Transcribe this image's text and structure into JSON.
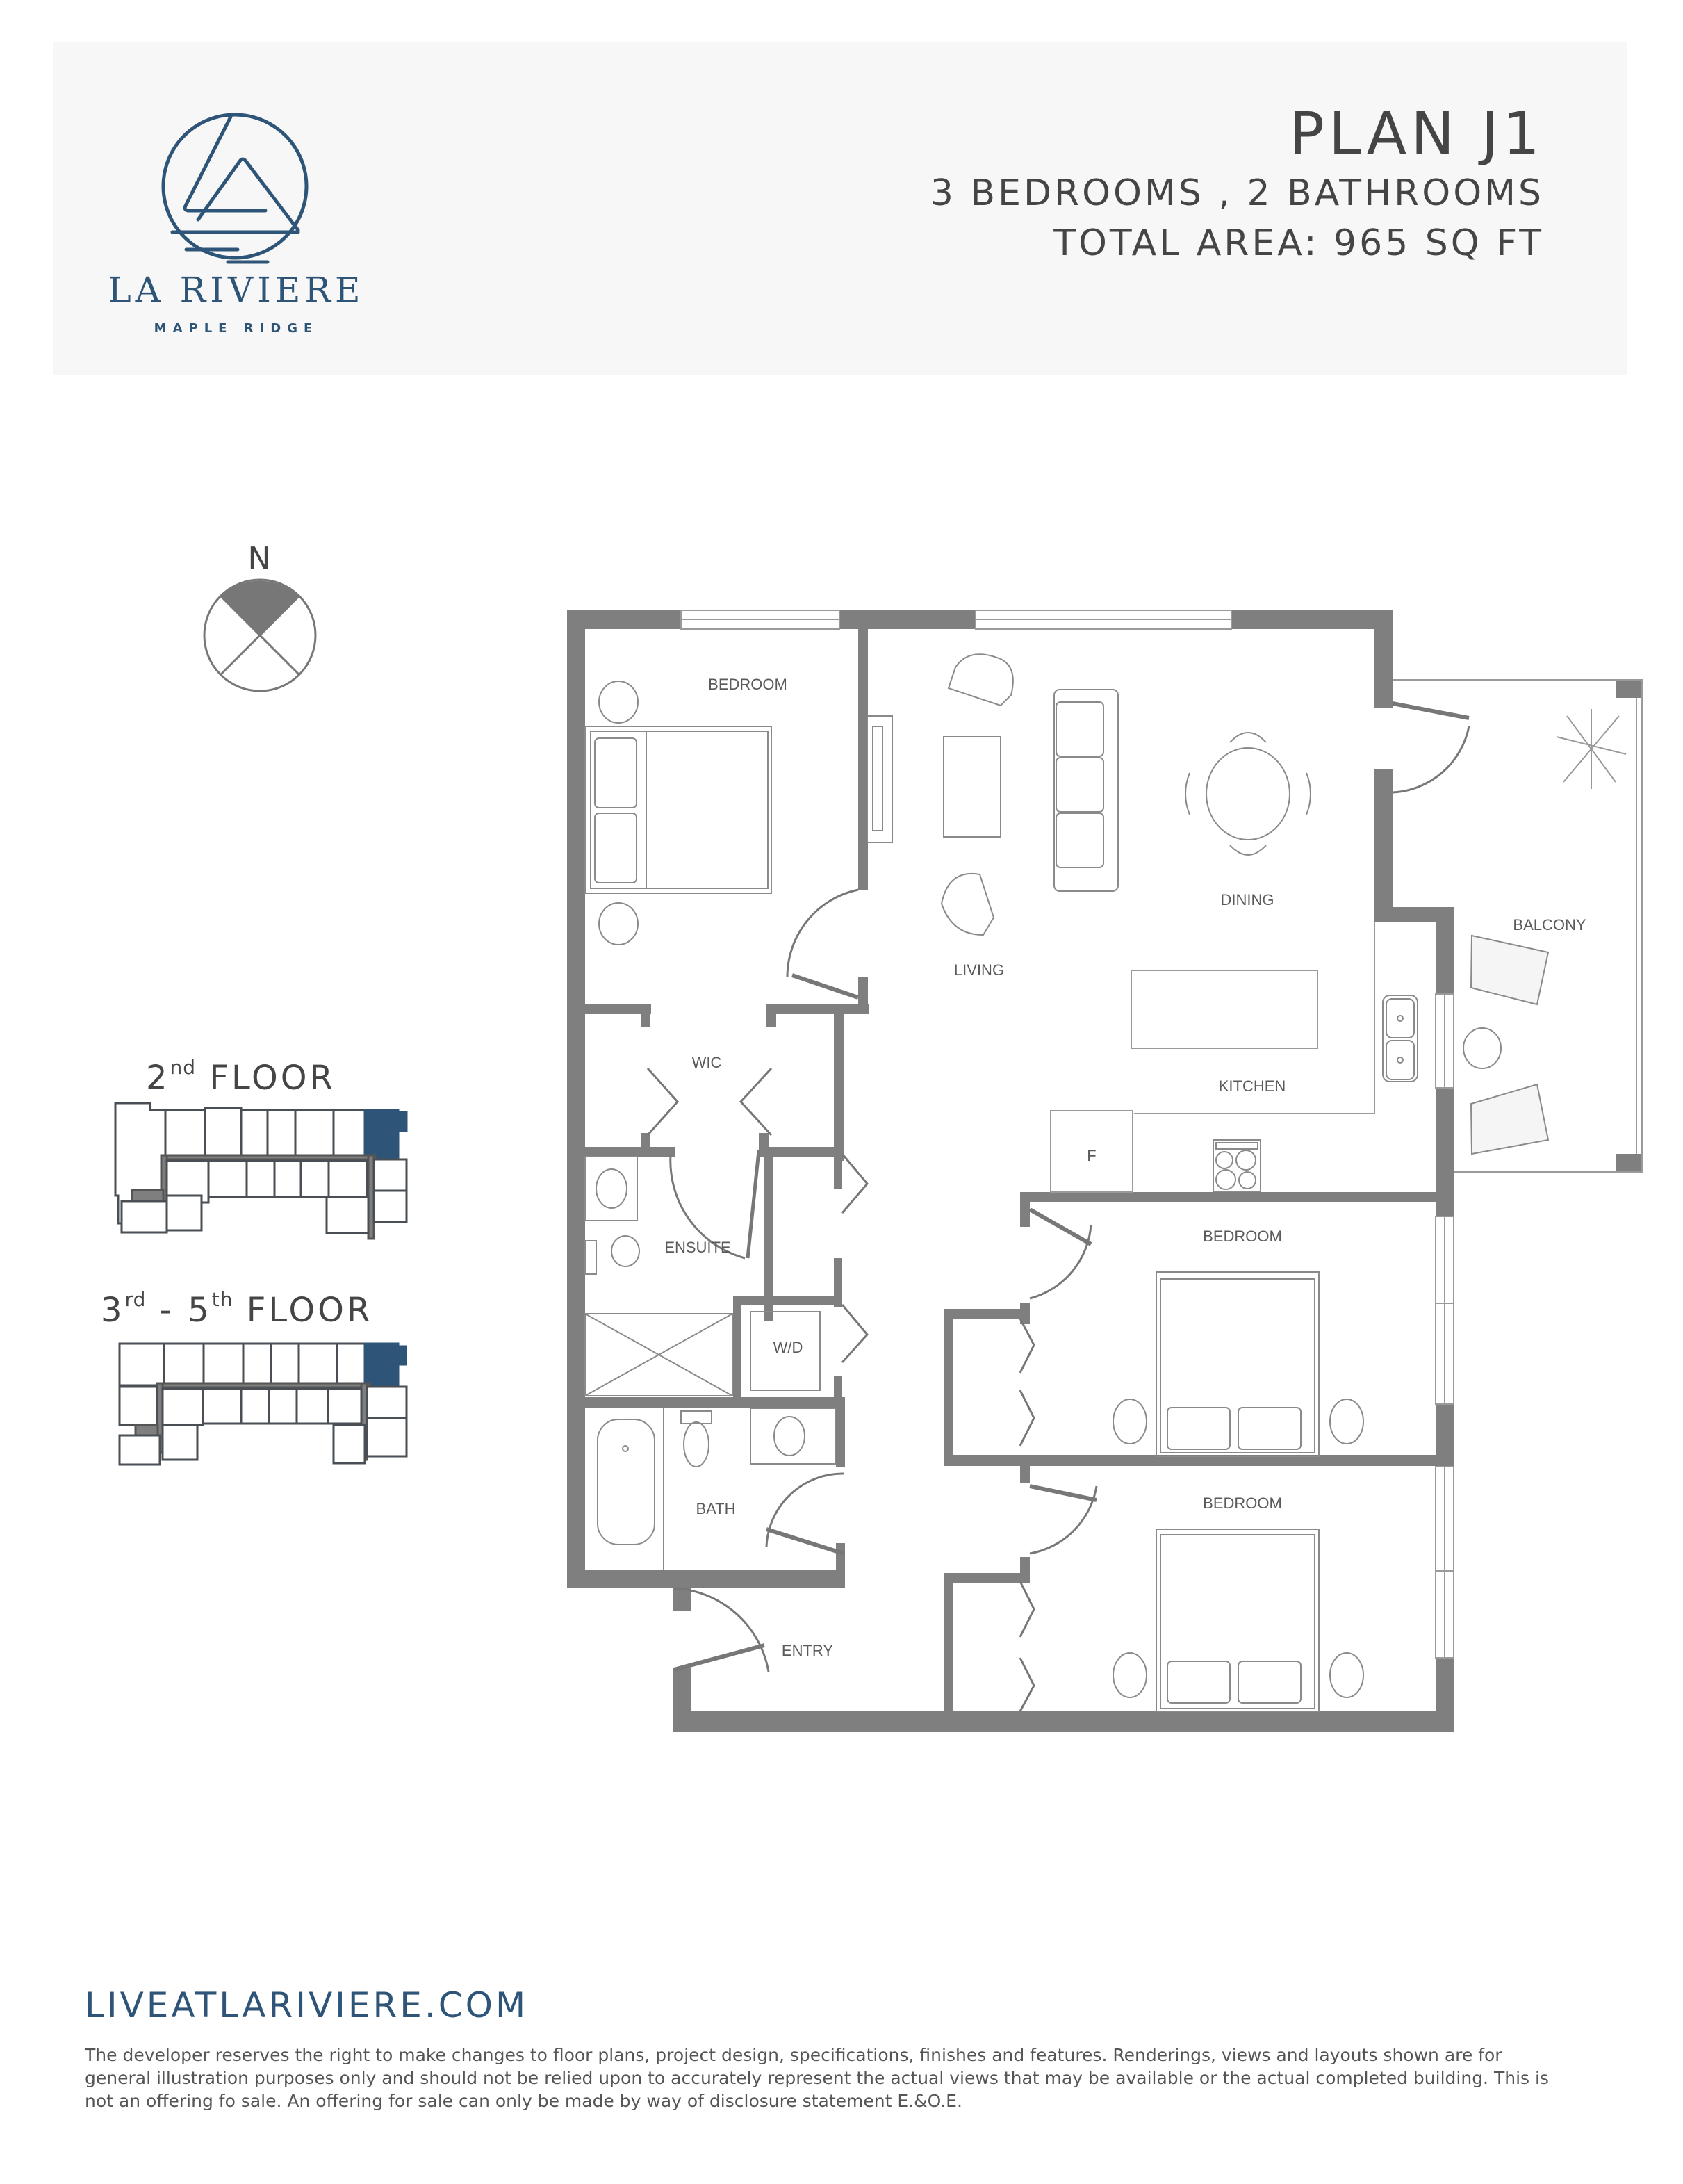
{
  "brand": {
    "name": "LA RIVIERE",
    "location": "MAPLE RIDGE",
    "color": "#2e5578"
  },
  "plan": {
    "title": "PLAN J1",
    "bedrooms_bathrooms": "3 BEDROOMS , 2 BATHROOMS",
    "total_area": "TOTAL AREA: 965 SQ FT"
  },
  "compass": {
    "label": "N",
    "icon": "north-arrow-icon"
  },
  "keyplans": [
    {
      "floor_num": "2",
      "floor_suffix": "nd",
      "floor_word": "FLOOR"
    },
    {
      "floor_num_start": "3",
      "suffix_start": "rd",
      "separator": " - ",
      "floor_num_end": "5",
      "suffix_end": "th",
      "floor_word": "FLOOR"
    }
  ],
  "keyplan_highlight_color": "#2e5578",
  "rooms": {
    "bedroom_primary": "BEDROOM",
    "living": "LIVING",
    "dining": "DINING",
    "kitchen": "KITCHEN",
    "fridge": "F",
    "balcony": "BALCONY",
    "wic": "WIC",
    "ensuite": "ENSUITE",
    "wd": "W/D",
    "bath": "BATH",
    "entry": "ENTRY",
    "bedroom_2": "BEDROOM",
    "bedroom_3": "BEDROOM"
  },
  "colors": {
    "wall": "#7f7f7f",
    "fixture_line": "#8a8a8a",
    "text_dark": "#454545",
    "header_bg": "#f7f7f7"
  },
  "footer": {
    "website": "LIVEATLARIVIERE.COM",
    "disclaimer": "The developer reserves the right to make changes to floor plans, project design, specifications, finishes and features. Renderings, views and layouts shown are for general illustration purposes only and should not be relied upon to accurately represent the actual views that may be available or the actual completed building. This is not an offering fo sale. An offering for sale can only be made by way of disclosure statement E.&O.E."
  }
}
